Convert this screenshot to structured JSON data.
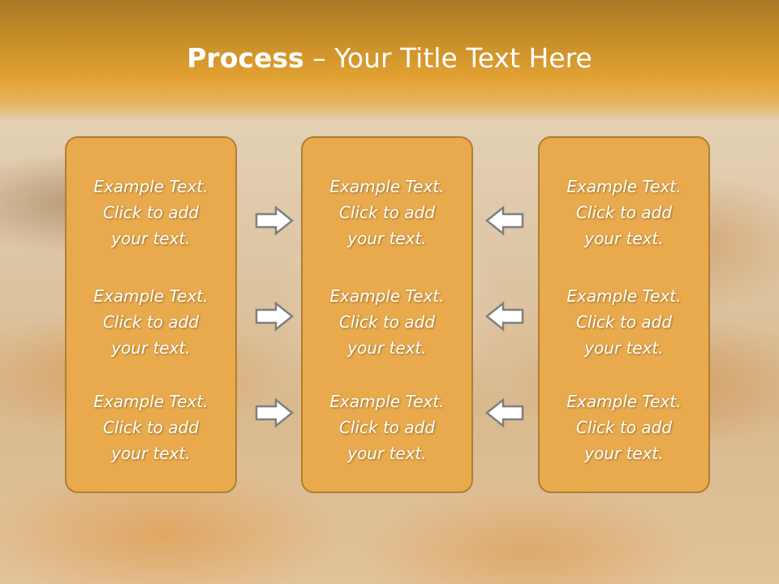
{
  "slide": {
    "title_bold": "Process",
    "title_rest": " – Your Title Text Here"
  },
  "columns": [
    {
      "items": [
        {
          "line1": "Example Text.",
          "line2": "Click  to add",
          "line3": "your text."
        },
        {
          "line1": "Example Text.",
          "line2": "Click  to add",
          "line3": "your text."
        },
        {
          "line1": "Example Text.",
          "line2": "Click  to add",
          "line3": "your text."
        }
      ]
    },
    {
      "items": [
        {
          "line1": "Example Text.",
          "line2": "Click  to add",
          "line3": "your text."
        },
        {
          "line1": "Example Text.",
          "line2": "Click  to add",
          "line3": "your text."
        },
        {
          "line1": "Example Text.",
          "line2": "Click  to add",
          "line3": "your text."
        }
      ]
    },
    {
      "items": [
        {
          "line1": "Example Text.",
          "line2": "Click  to add",
          "line3": "your text."
        },
        {
          "line1": "Example Text.",
          "line2": "Click  to add",
          "line3": "your text."
        },
        {
          "line1": "Example Text.",
          "line2": "Click  to add",
          "line3": "your text."
        }
      ]
    }
  ],
  "arrows": {
    "left_column": "right-arrow-icon",
    "right_column": "left-arrow-icon"
  },
  "colors": {
    "title_band": "#e3a233",
    "box_fill": "#e8aa4c",
    "box_border": "#b07e33",
    "text": "#ffffff",
    "arrow_fill": "#ffffff",
    "arrow_stroke": "#7f7f7f"
  }
}
